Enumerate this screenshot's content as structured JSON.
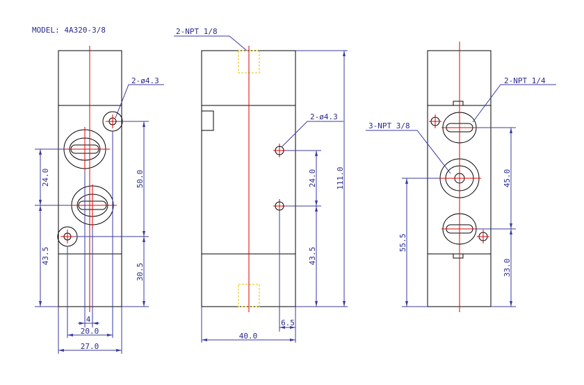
{
  "model_label": "MODEL: 4A320-3/8",
  "views": {
    "left": {
      "callout": "2-ø4.3",
      "dims": {
        "d24": "24.0",
        "d43_5": "43.5",
        "d50": "50.0",
        "d30_5": "30.5",
        "d4": "4",
        "d20": "20.0",
        "d27": "27.0"
      }
    },
    "middle": {
      "callout_top": "2-NPT 1/8",
      "callout_hole": "2-ø4.3",
      "dims": {
        "d24": "24.0",
        "d43_5": "43.5",
        "d111": "111.0",
        "d6_5": "6.5",
        "d40": "40.0"
      }
    },
    "right": {
      "callout_npt14": "2-NPT 1/4",
      "callout_npt38": "3-NPT 3/8",
      "dims": {
        "d45": "45.0",
        "d55_5": "55.5",
        "d33": "33.0"
      }
    }
  },
  "colors": {
    "outline": "#000000",
    "centerline": "#dd0000",
    "dimension": "#3a3aa0",
    "hidden_port": "#e0c000"
  }
}
